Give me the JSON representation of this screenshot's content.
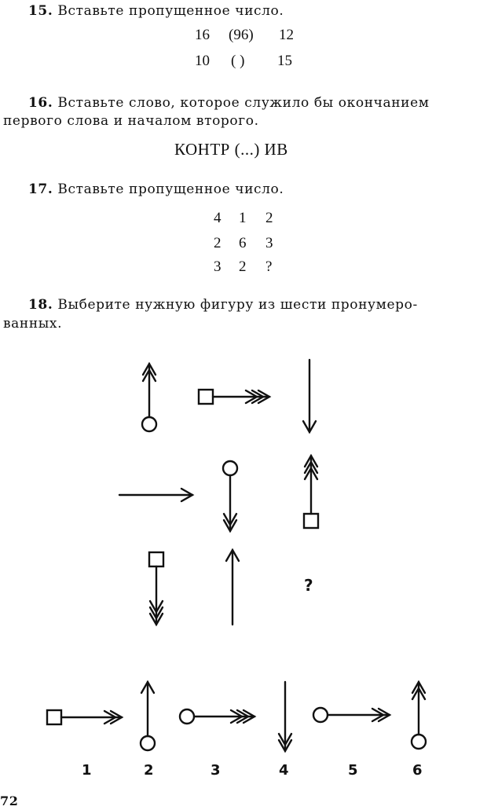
{
  "problems": [
    {
      "number": "15.",
      "text": "Вставьте пропущенное число.",
      "rows": [
        [
          "16",
          "(96)",
          "12"
        ],
        [
          "10",
          "(  )",
          "15"
        ]
      ]
    },
    {
      "number": "16.",
      "text_line1": "Вставьте слово, которое служило бы окончанием",
      "text_line2": "первого слова и началом второго.",
      "puzzle": "КОНТР (...) ИВ"
    },
    {
      "number": "17.",
      "text": "Вставьте пропущенное число.",
      "grid": [
        [
          "4",
          "1",
          "2"
        ],
        [
          "2",
          "6",
          "3"
        ],
        [
          "3",
          "2",
          "?"
        ]
      ]
    },
    {
      "number": "18.",
      "text_line1": "Выберите нужную фигуру из шести пронумеро-",
      "text_line2": "ванных.",
      "missing_mark": "?",
      "option_labels": [
        "1",
        "2",
        "3",
        "4",
        "5",
        "6"
      ]
    }
  ],
  "page_number": "72"
}
